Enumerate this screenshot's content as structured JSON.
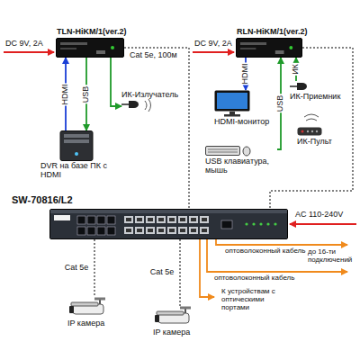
{
  "diagram": {
    "nodes": [
      {
        "text": [
          "TLN-HiKM/1(ver.2)"
        ]
      },
      {
        "text": [
          "RLN-HiKM/1(ver.2)"
        ]
      },
      {
        "text": [
          "ИК-Излучатель"
        ]
      },
      {
        "text": [
          "ИК-Приемник"
        ]
      },
      {
        "text": [
          "HDMI-монитор"
        ]
      },
      {
        "text": [
          "ИК-Пульт"
        ]
      },
      {
        "text": [
          "DVR на базе ПК с HDMI"
        ]
      },
      {
        "text": [
          "USB клавиатура, мышь"
        ]
      },
      {
        "text": [
          "SW-70816/L2"
        ]
      },
      {
        "text": [
          "IP камера"
        ]
      },
      {
        "text": [
          "IP камера"
        ]
      }
    ],
    "edges": [
      {
        "from": 6,
        "to": 0,
        "label": "HDMI",
        "arrow": "to"
      },
      {
        "from": 0,
        "to": 6,
        "label": "USB",
        "arrow": "to"
      },
      {
        "from": 0,
        "to": 2,
        "arrow": "to"
      },
      {
        "from": 1,
        "to": 4,
        "label": "HDMI",
        "arrow": "to"
      },
      {
        "from": 7,
        "to": 1,
        "label": "USB",
        "arrow": "to"
      },
      {
        "from": 3,
        "to": 1,
        "label": "ИК",
        "arrow": "to"
      },
      {
        "from": 0,
        "to": 8,
        "arrow": "none"
      },
      {
        "from": 1,
        "to": 8,
        "arrow": "none"
      },
      {
        "from": 8,
        "to": 9,
        "label": "Cat 5e",
        "arrow": "none"
      },
      {
        "from": 8,
        "to": 10,
        "label": "Cat 5e",
        "arrow": "none"
      }
    ],
    "labels": [
      "DC 9V, 2A",
      "DC 9V, 2A",
      "Cat 5e, 100м",
      "AC 110-240V",
      "оптоволоконный кабель",
      "до 16-ти подключений",
      "оптоволоконный кабель",
      "К устройствам с оптическими портами"
    ]
  }
}
